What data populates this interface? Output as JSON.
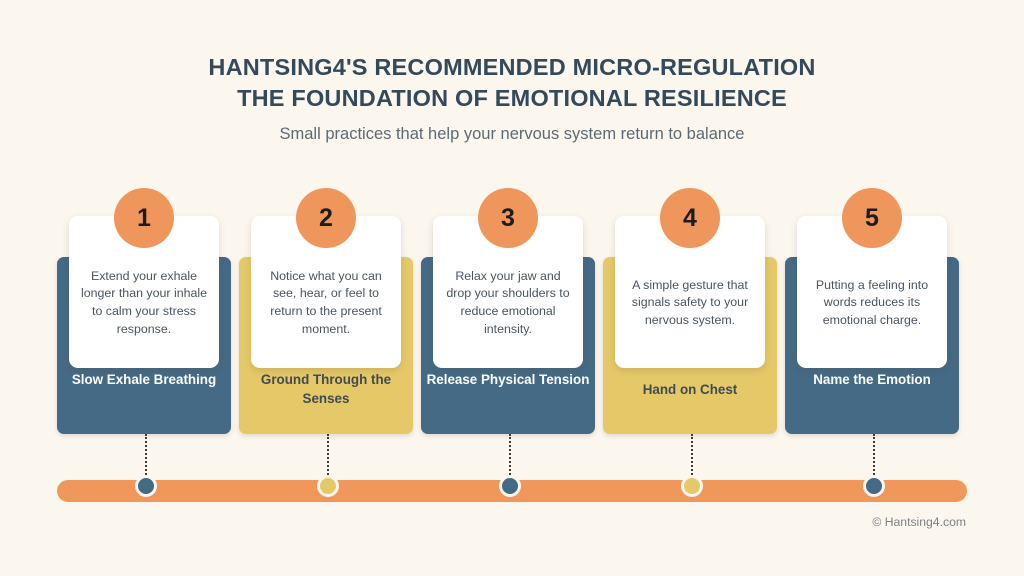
{
  "header": {
    "title_line1": "HANTSING4'S RECOMMENDED MICRO-REGULATION",
    "title_line2": "THE FOUNDATION OF EMOTIONAL RESILIENCE",
    "subtitle": "Small practices that help your nervous system return to balance"
  },
  "steps": [
    {
      "number": "1",
      "description": "Extend your exhale longer than your inhale to calm your stress response.",
      "title": "Slow Exhale Breathing",
      "panel_color": "#456A85",
      "panel_style": "blue"
    },
    {
      "number": "2",
      "description": "Notice what you can see, hear, or feel to return to the present moment.",
      "title": "Ground Through the Senses",
      "panel_color": "#E5C969",
      "panel_style": "gold"
    },
    {
      "number": "3",
      "description": "Relax your jaw and drop your shoulders to reduce emotional intensity.",
      "title": "Release Physical Tension",
      "panel_color": "#456A85",
      "panel_style": "blue"
    },
    {
      "number": "4",
      "description": "A simple gesture that signals safety to your nervous system.",
      "title": "Hand on Chest",
      "panel_color": "#E5C969",
      "panel_style": "gold"
    },
    {
      "number": "5",
      "description": "Putting a feeling into words reduces its emotional charge.",
      "title": "Name the Emotion",
      "panel_color": "#456A85",
      "panel_style": "blue"
    }
  ],
  "timeline": {
    "bar_color": "#F0975C",
    "markers": [
      "blue",
      "gold",
      "blue",
      "gold",
      "blue"
    ]
  },
  "footer": {
    "copyright": "© Hantsing4.com"
  },
  "colors": {
    "background": "#FBF6EE",
    "accent_orange": "#EF965C",
    "panel_blue": "#456A85",
    "panel_gold": "#E5C969",
    "heading": "#34495A",
    "subtitle": "#5D6A75",
    "body_text": "#4A5560"
  }
}
